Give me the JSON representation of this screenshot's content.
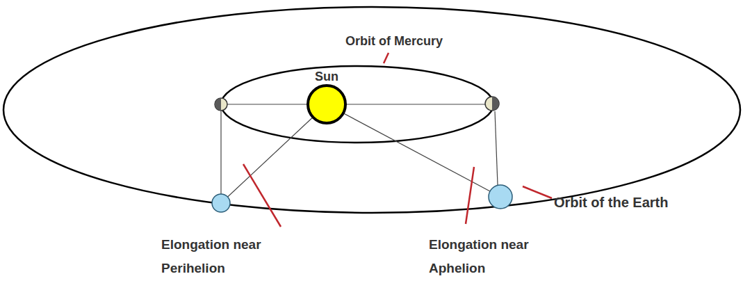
{
  "diagram": {
    "nodes": [
      {
        "text": [
          "Sun"
        ]
      }
    ],
    "labels": [
      "Orbit of Mercury",
      "Orbit of the Earth",
      "Elongation near Perihelion",
      "Elongation near Aphelion"
    ]
  }
}
